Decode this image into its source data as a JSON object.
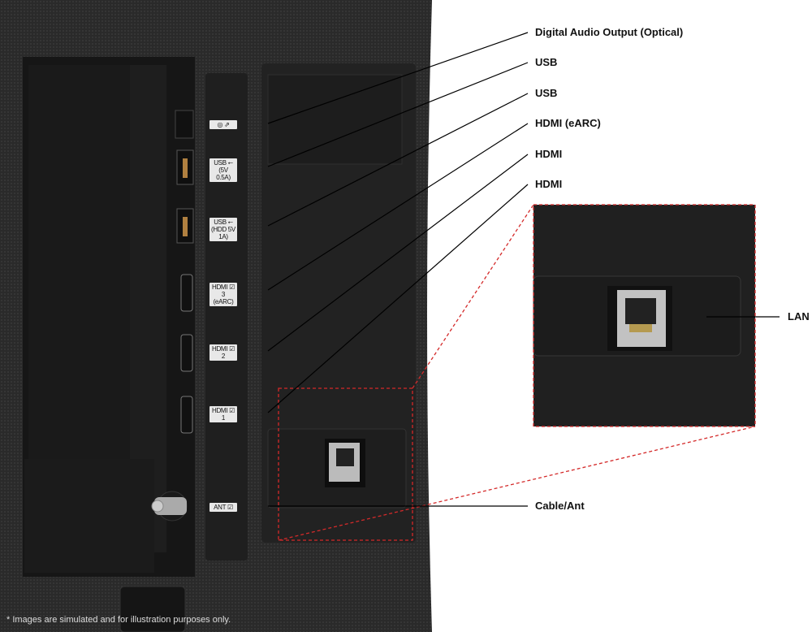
{
  "callouts": {
    "optical": "Digital Audio Output (Optical)",
    "usb1": "USB",
    "usb2": "USB",
    "hdmi3": "HDMI (eARC)",
    "hdmi2": "HDMI",
    "hdmi1": "HDMI",
    "lan": "LAN",
    "ant": "Cable/Ant"
  },
  "port_labels": {
    "optical": "◎ ⇗",
    "usb1_l1": "USB ⭠",
    "usb1_l2": "(5V 0.5A)",
    "usb2_l1": "USB ⭠",
    "usb2_l2": "(HDD 5V 1A)",
    "hdmi3_l1": "HDMI ☑",
    "hdmi3_l2": "3 (eARC)",
    "hdmi2_l1": "HDMI ☑",
    "hdmi2_l2": "2",
    "hdmi1_l1": "HDMI ☑",
    "hdmi1_l2": "1",
    "ant": "ANT ☑"
  },
  "footnote": "* Images are simulated and for illustration purposes only.",
  "colors": {
    "highlight": "#d42a2a",
    "panel": "#1c1c1c",
    "background": "#ffffff"
  }
}
